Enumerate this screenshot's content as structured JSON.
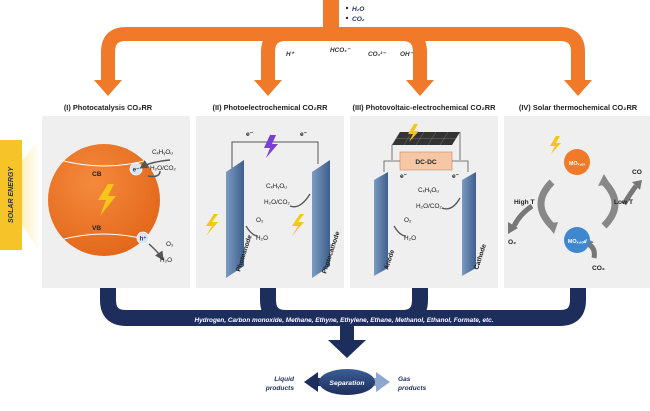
{
  "feed": {
    "h2o": "H₂O",
    "co2": "CO₂"
  },
  "ions": {
    "h_plus": "H⁺",
    "hco3": "HCO₃⁻",
    "co3": "CO₃²⁻",
    "oh": "OH⁻"
  },
  "solar_energy": "SOLAR ENERGY",
  "panels": {
    "p1": {
      "title": "(I) Photocatalysis CO₂RR",
      "cb": "CB",
      "vb": "VB",
      "e": "e⁻",
      "h": "h⁺",
      "product": "CₓHᵧOᵤ",
      "reactant": "H₂O/CO₂",
      "o2": "O₂",
      "h2o": "H₂O"
    },
    "p2": {
      "title": "(II) Photoelectrochemical CO₂RR",
      "e1": "e⁻",
      "e2": "e⁻",
      "product": "CₓHᵧOᵤ",
      "reactant": "H₂O/CO₂",
      "o2": "O₂",
      "h2o": "H₂O",
      "anode": "Photoanode",
      "cathode": "Photocathode"
    },
    "p3": {
      "title": "(III) Photovoltaic-electrochemical CO₂RR",
      "dcdc": "DC-DC",
      "e1": "e⁻",
      "e2": "e⁻",
      "product": "CₓHᵧOᵤ",
      "reactant": "H₂O/CO₂",
      "o2": "O₂",
      "h2o": "H₂O",
      "anode": "Anode",
      "cathode": "Cathode"
    },
    "p4": {
      "title": "(IV) Solar thermochemical CO₂RR",
      "mo_ox": "MOₓ,ₒₓ",
      "mo_red": "MOₓ,ᵣₑ𝒹",
      "high_t": "High T",
      "low_t": "Low T",
      "co": "CO",
      "o2": "O₂",
      "co2": "CO₂"
    }
  },
  "products_list": "Hydrogen, Carbon monoxide, Methane, Ethyne, Ethylene, Ethane, Methanol, Ethanol, Formate, etc.",
  "separation": {
    "label": "Separation",
    "liquid": [
      "Liquid",
      "products"
    ],
    "gas": [
      "Gas",
      "products"
    ]
  },
  "colors": {
    "orange": "#f07a2a",
    "navy": "#1e2e5c",
    "panel": "#efefef",
    "electrode": "#5b7fa8",
    "bolt": "#f5c518",
    "sun": "#f6c428",
    "blue_circle": "#3f87cf"
  }
}
